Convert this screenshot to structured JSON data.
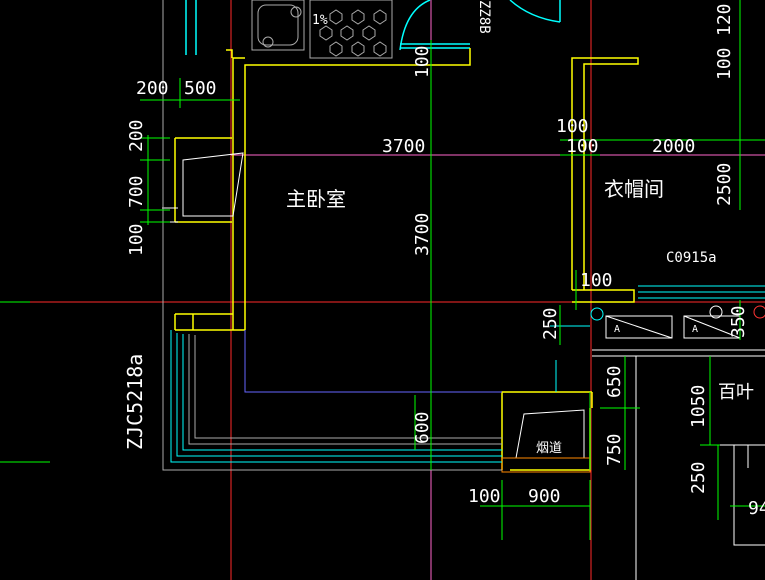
{
  "drawing": {
    "background": "#000000",
    "colors": {
      "wall": "#ffff00",
      "axis": "#ff2a2a",
      "dimension": "#00ff00",
      "dim_text": "#ffffff",
      "guide": "#ff66cc",
      "cyan": "#00ffff",
      "room_outline": "#6666ff",
      "grey": "#aaaaaa"
    },
    "rooms": {
      "master_bedroom": "主卧室",
      "closet": "衣帽间",
      "flue": "烟道",
      "shutter": "百叶"
    },
    "labels": {
      "window_code": "ZJC5218a",
      "window_code_right": "C0915a",
      "top_vertical_code": "ZZ8B",
      "slope": "1%"
    },
    "dimensions": {
      "top_200": "200",
      "top_500": "500",
      "left_200": "200",
      "left_700": "700",
      "left_100": "100",
      "span_3700_h": "3700",
      "span_3700_v": "3700",
      "top_100_a": "100",
      "top_100_b": "100",
      "top_100_c": "100",
      "mid_100": "100",
      "right_2000": "2000",
      "right_2500": "2500",
      "right_1200": "120",
      "right_100": "100",
      "dim_100_small": "100",
      "dim_250": "250",
      "dim_600": "600",
      "dim_650": "650",
      "dim_750": "750",
      "dim_1050": "1050",
      "dim_250_b": "250",
      "dim_100_bottom": "100",
      "dim_900": "900",
      "dim_350": "350",
      "dim_94": "94"
    }
  }
}
